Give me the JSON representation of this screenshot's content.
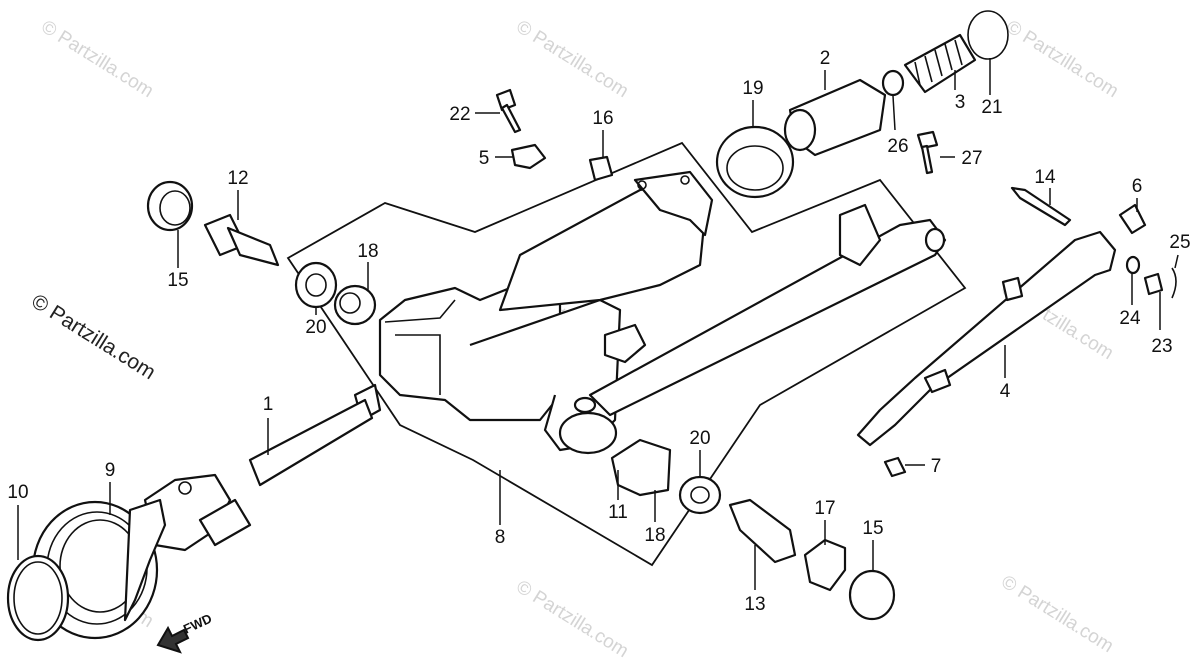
{
  "watermark": {
    "text": "© Partzilla.com",
    "side_text": "© Partzilla.com"
  },
  "direction_label": "FWD",
  "callouts": [
    {
      "id": "c1",
      "label": "1"
    },
    {
      "id": "c2",
      "label": "2"
    },
    {
      "id": "c3",
      "label": "3"
    },
    {
      "id": "c4",
      "label": "4"
    },
    {
      "id": "c5",
      "label": "5"
    },
    {
      "id": "c6",
      "label": "6"
    },
    {
      "id": "c7",
      "label": "7"
    },
    {
      "id": "c8",
      "label": "8"
    },
    {
      "id": "c9",
      "label": "9"
    },
    {
      "id": "c10",
      "label": "10"
    },
    {
      "id": "c11",
      "label": "11"
    },
    {
      "id": "c12",
      "label": "12"
    },
    {
      "id": "c13",
      "label": "13"
    },
    {
      "id": "c14",
      "label": "14"
    },
    {
      "id": "c15a",
      "label": "15"
    },
    {
      "id": "c15b",
      "label": "15"
    },
    {
      "id": "c16",
      "label": "16"
    },
    {
      "id": "c17",
      "label": "17"
    },
    {
      "id": "c18a",
      "label": "18"
    },
    {
      "id": "c18b",
      "label": "18"
    },
    {
      "id": "c19",
      "label": "19"
    },
    {
      "id": "c20a",
      "label": "20"
    },
    {
      "id": "c20b",
      "label": "20"
    },
    {
      "id": "c21",
      "label": "21"
    },
    {
      "id": "c22",
      "label": "22"
    },
    {
      "id": "c23",
      "label": "23"
    },
    {
      "id": "c24",
      "label": "24"
    },
    {
      "id": "c25",
      "label": "25"
    },
    {
      "id": "c26",
      "label": "26"
    },
    {
      "id": "c27",
      "label": "27"
    }
  ]
}
